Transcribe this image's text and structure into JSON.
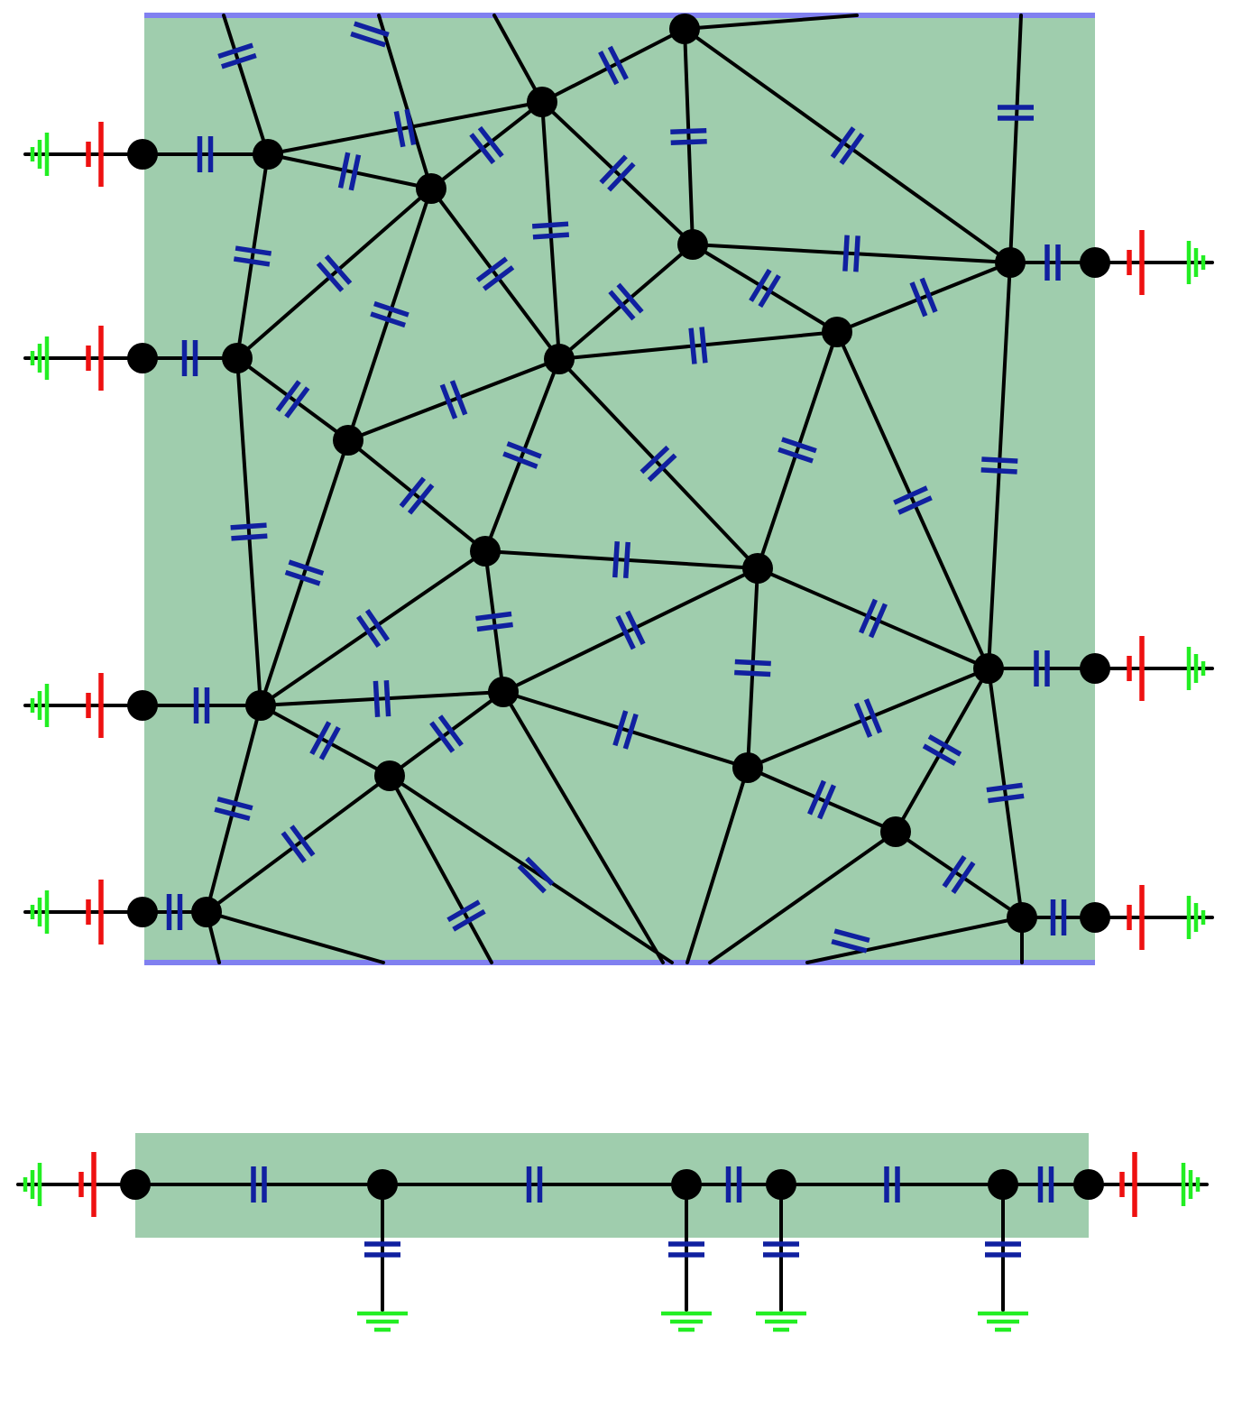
{
  "colors": {
    "background": "#ffffff",
    "panel_fill": "#9fcdad",
    "boundary_edge": "#8080f0",
    "wire": "#000000",
    "node": "#000000",
    "capacitor": "#1020a0",
    "battery": "#ee1111",
    "ground": "#22ee22"
  },
  "icons": [
    "capacitor-icon",
    "battery-icon",
    "ground-icon",
    "node-dot"
  ],
  "network": {
    "description_free": true,
    "node_count": 29,
    "left_terminals": 4,
    "right_terminals": 3
  },
  "chain": {
    "internal_nodes": 4,
    "terminals": 2
  }
}
